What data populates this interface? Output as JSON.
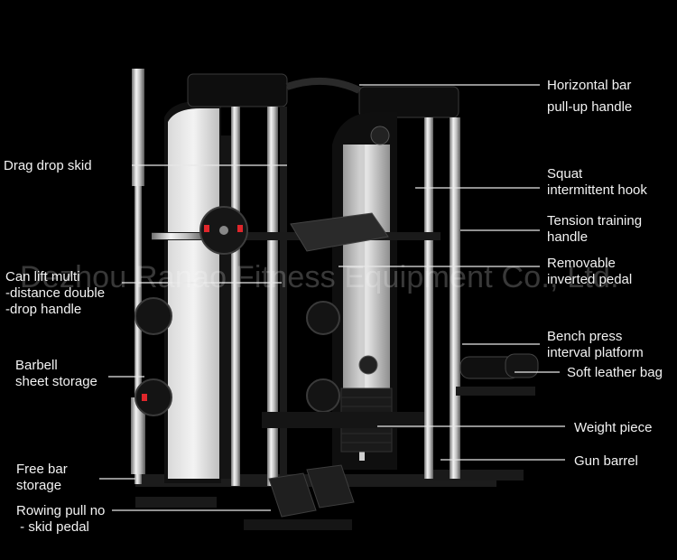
{
  "watermark": "Dezhou Ranao Fitness Equipment Co., Ltd.",
  "colors": {
    "background": "#000000",
    "text": "#f2f2f2",
    "plate_accent": "#e0262b"
  },
  "labels": {
    "horizontal_bar": [
      "Horizontal bar",
      "pull-up handle"
    ],
    "drag_drop_skid": [
      "Drag drop skid"
    ],
    "squat_hook": [
      "Squat",
      "intermittent hook"
    ],
    "tension_handle": [
      "Tension training",
      "handle"
    ],
    "removable_pedal": [
      "Removable",
      "inverted pedal"
    ],
    "can_lift": [
      "Can lift multi",
      "-distance double",
      "-drop handle"
    ],
    "bench_press": [
      "Bench press",
      "interval platform"
    ],
    "soft_leather": [
      "Soft leather bag"
    ],
    "barbell_storage": [
      "Barbell",
      "sheet storage"
    ],
    "weight_piece": [
      "Weight piece"
    ],
    "gun_barrel": [
      "Gun barrel"
    ],
    "free_bar": [
      "Free bar",
      "storage"
    ],
    "rowing_pedal": [
      "Rowing pull no",
      " - skid pedal"
    ]
  }
}
